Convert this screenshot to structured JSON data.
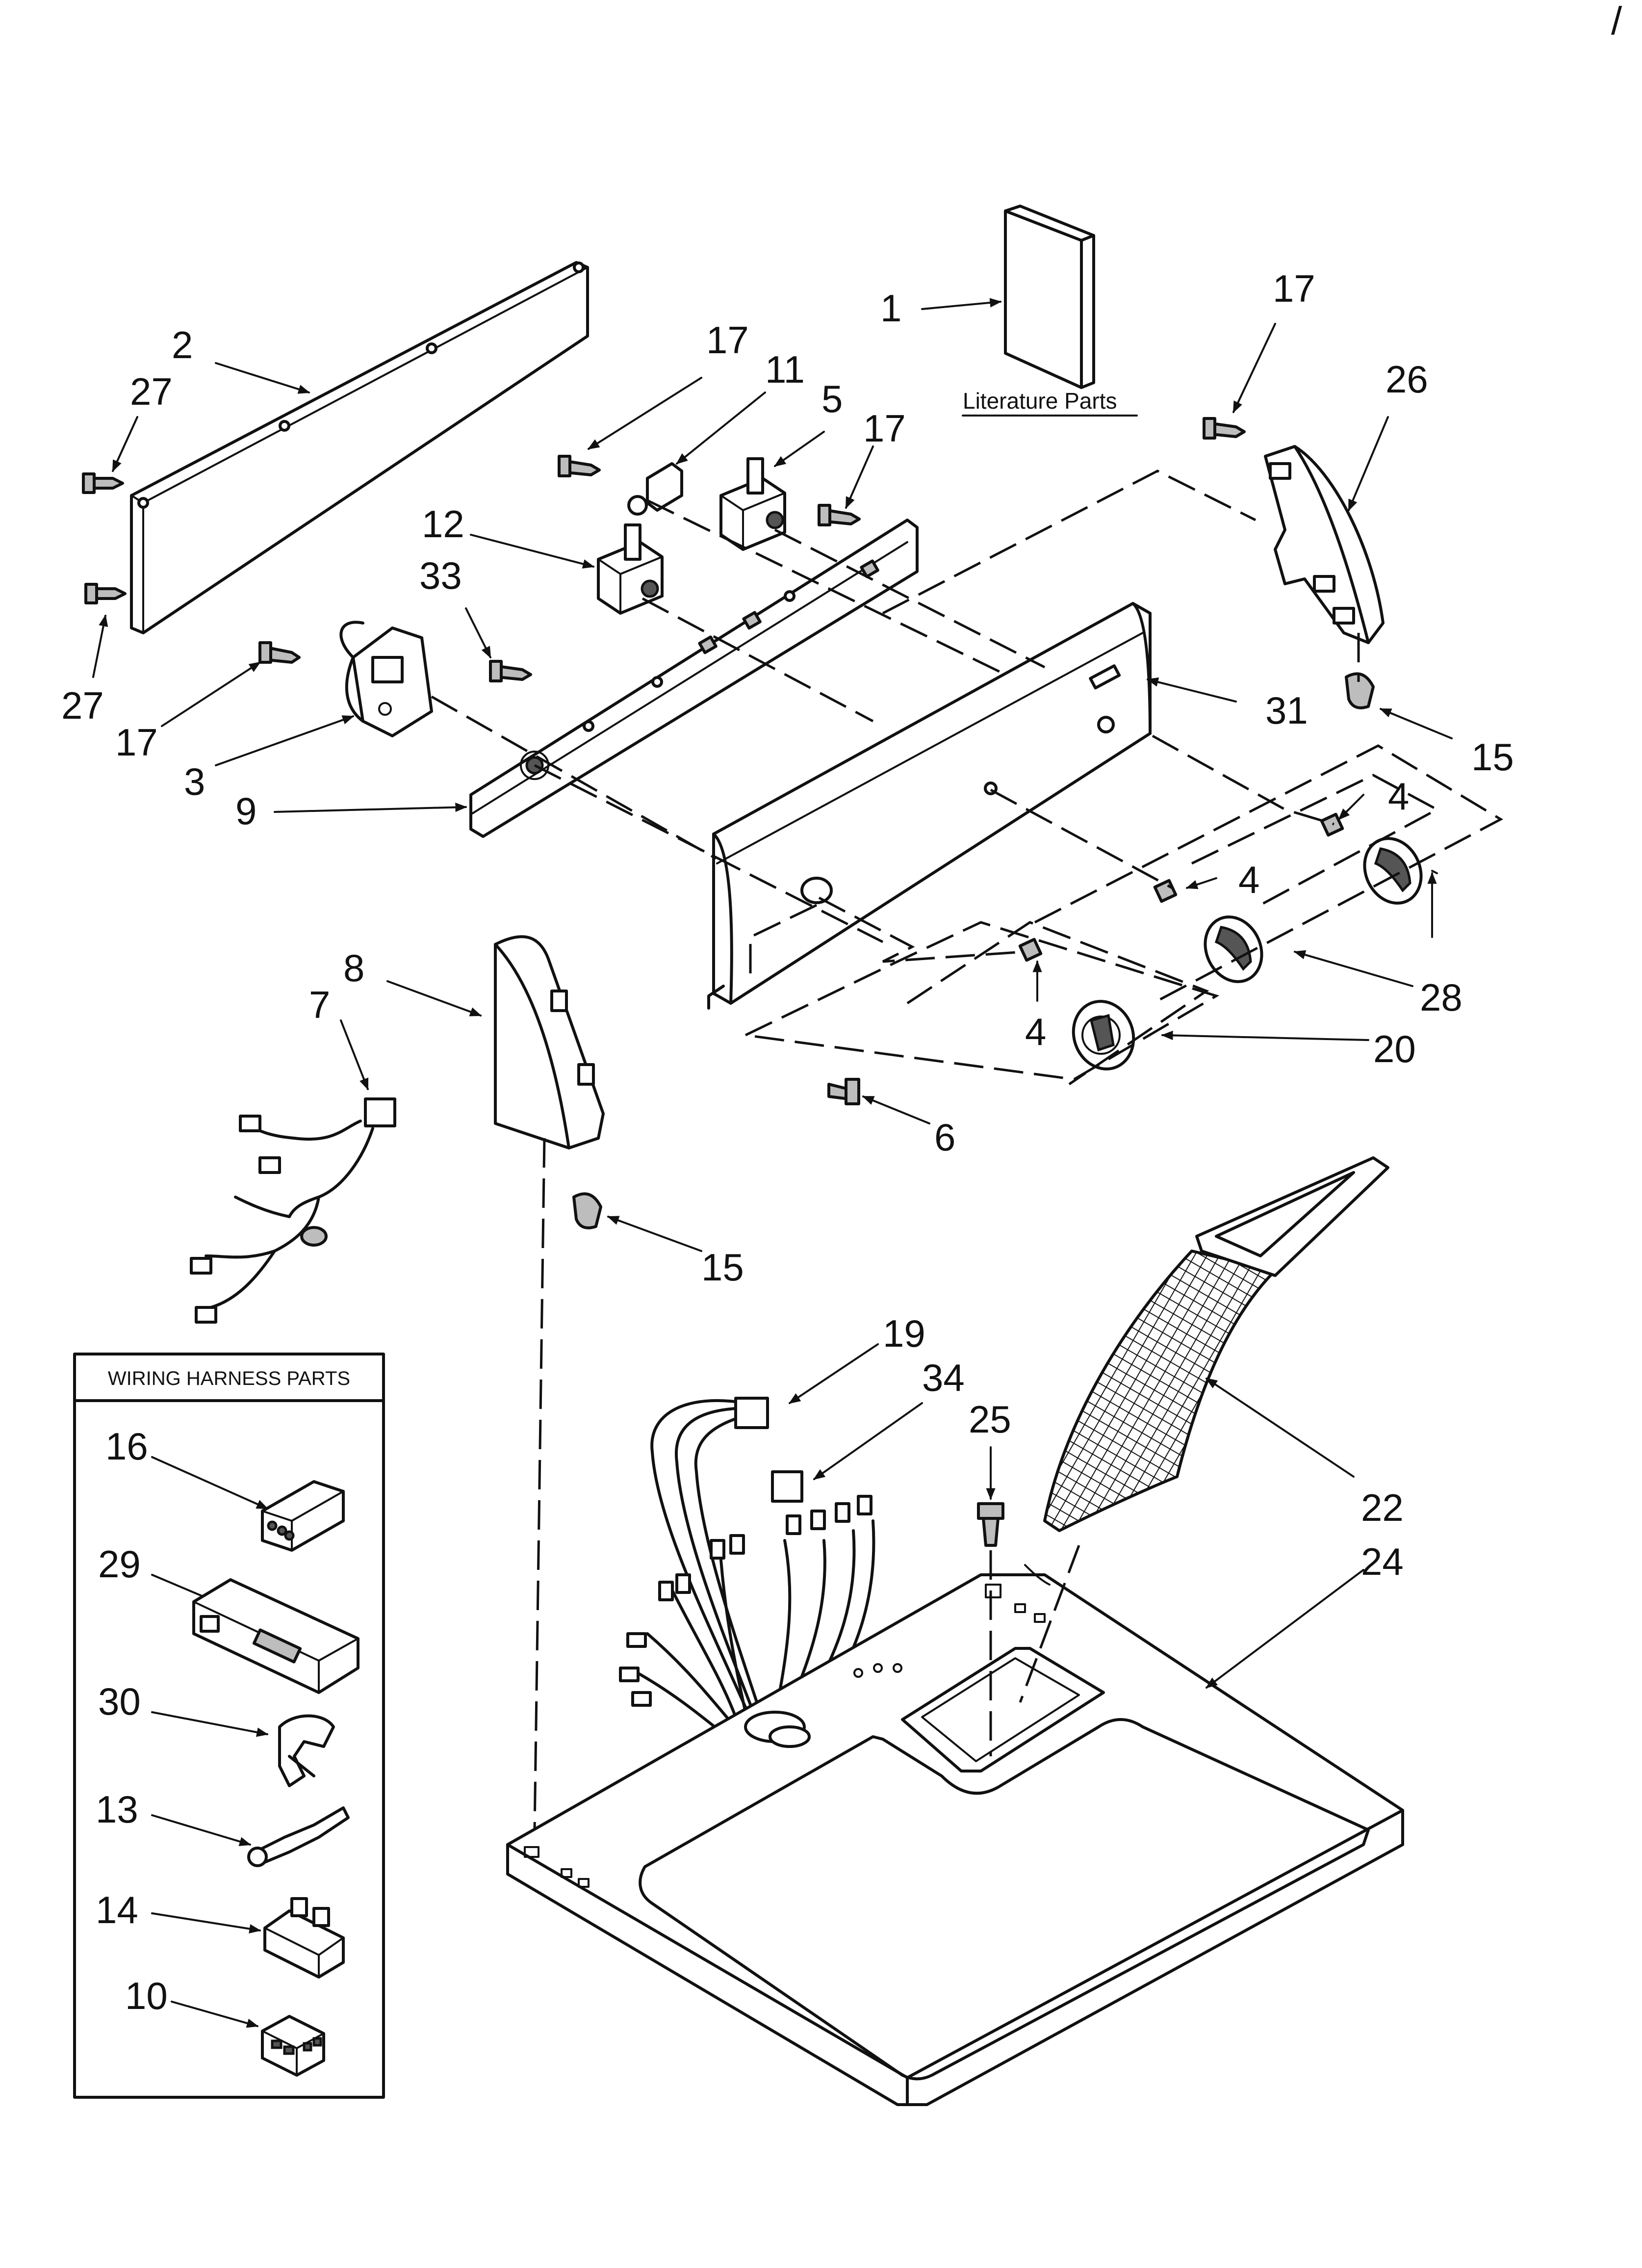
{
  "literature_label": "Literature Parts",
  "wiring_box_title": "WIRING HARNESS PARTS",
  "corner_mark": "/",
  "callouts": [
    {
      "id": "c1",
      "text": "1"
    },
    {
      "id": "c2",
      "text": "2"
    },
    {
      "id": "c27a",
      "text": "27"
    },
    {
      "id": "c27b",
      "text": "27"
    },
    {
      "id": "c17a",
      "text": "17"
    },
    {
      "id": "c11",
      "text": "11"
    },
    {
      "id": "c5",
      "text": "5"
    },
    {
      "id": "c17b",
      "text": "17"
    },
    {
      "id": "c17c",
      "text": "17"
    },
    {
      "id": "c26",
      "text": "26"
    },
    {
      "id": "c12",
      "text": "12"
    },
    {
      "id": "c33",
      "text": "33"
    },
    {
      "id": "c17d",
      "text": "17"
    },
    {
      "id": "c3",
      "text": "3"
    },
    {
      "id": "c9",
      "text": "9"
    },
    {
      "id": "c31",
      "text": "31"
    },
    {
      "id": "c15a",
      "text": "15"
    },
    {
      "id": "c4a",
      "text": "4"
    },
    {
      "id": "c4b",
      "text": "4"
    },
    {
      "id": "c4c",
      "text": "4"
    },
    {
      "id": "c28",
      "text": "28"
    },
    {
      "id": "c20",
      "text": "20"
    },
    {
      "id": "c6",
      "text": "6"
    },
    {
      "id": "c8",
      "text": "8"
    },
    {
      "id": "c7",
      "text": "7"
    },
    {
      "id": "c15b",
      "text": "15"
    },
    {
      "id": "c19",
      "text": "19"
    },
    {
      "id": "c34",
      "text": "34"
    },
    {
      "id": "c25",
      "text": "25"
    },
    {
      "id": "c22",
      "text": "22"
    },
    {
      "id": "c24",
      "text": "24"
    },
    {
      "id": "c16",
      "text": "16"
    },
    {
      "id": "c29",
      "text": "29"
    },
    {
      "id": "c30",
      "text": "30"
    },
    {
      "id": "c13",
      "text": "13"
    },
    {
      "id": "c14",
      "text": "14"
    },
    {
      "id": "c10",
      "text": "10"
    }
  ]
}
